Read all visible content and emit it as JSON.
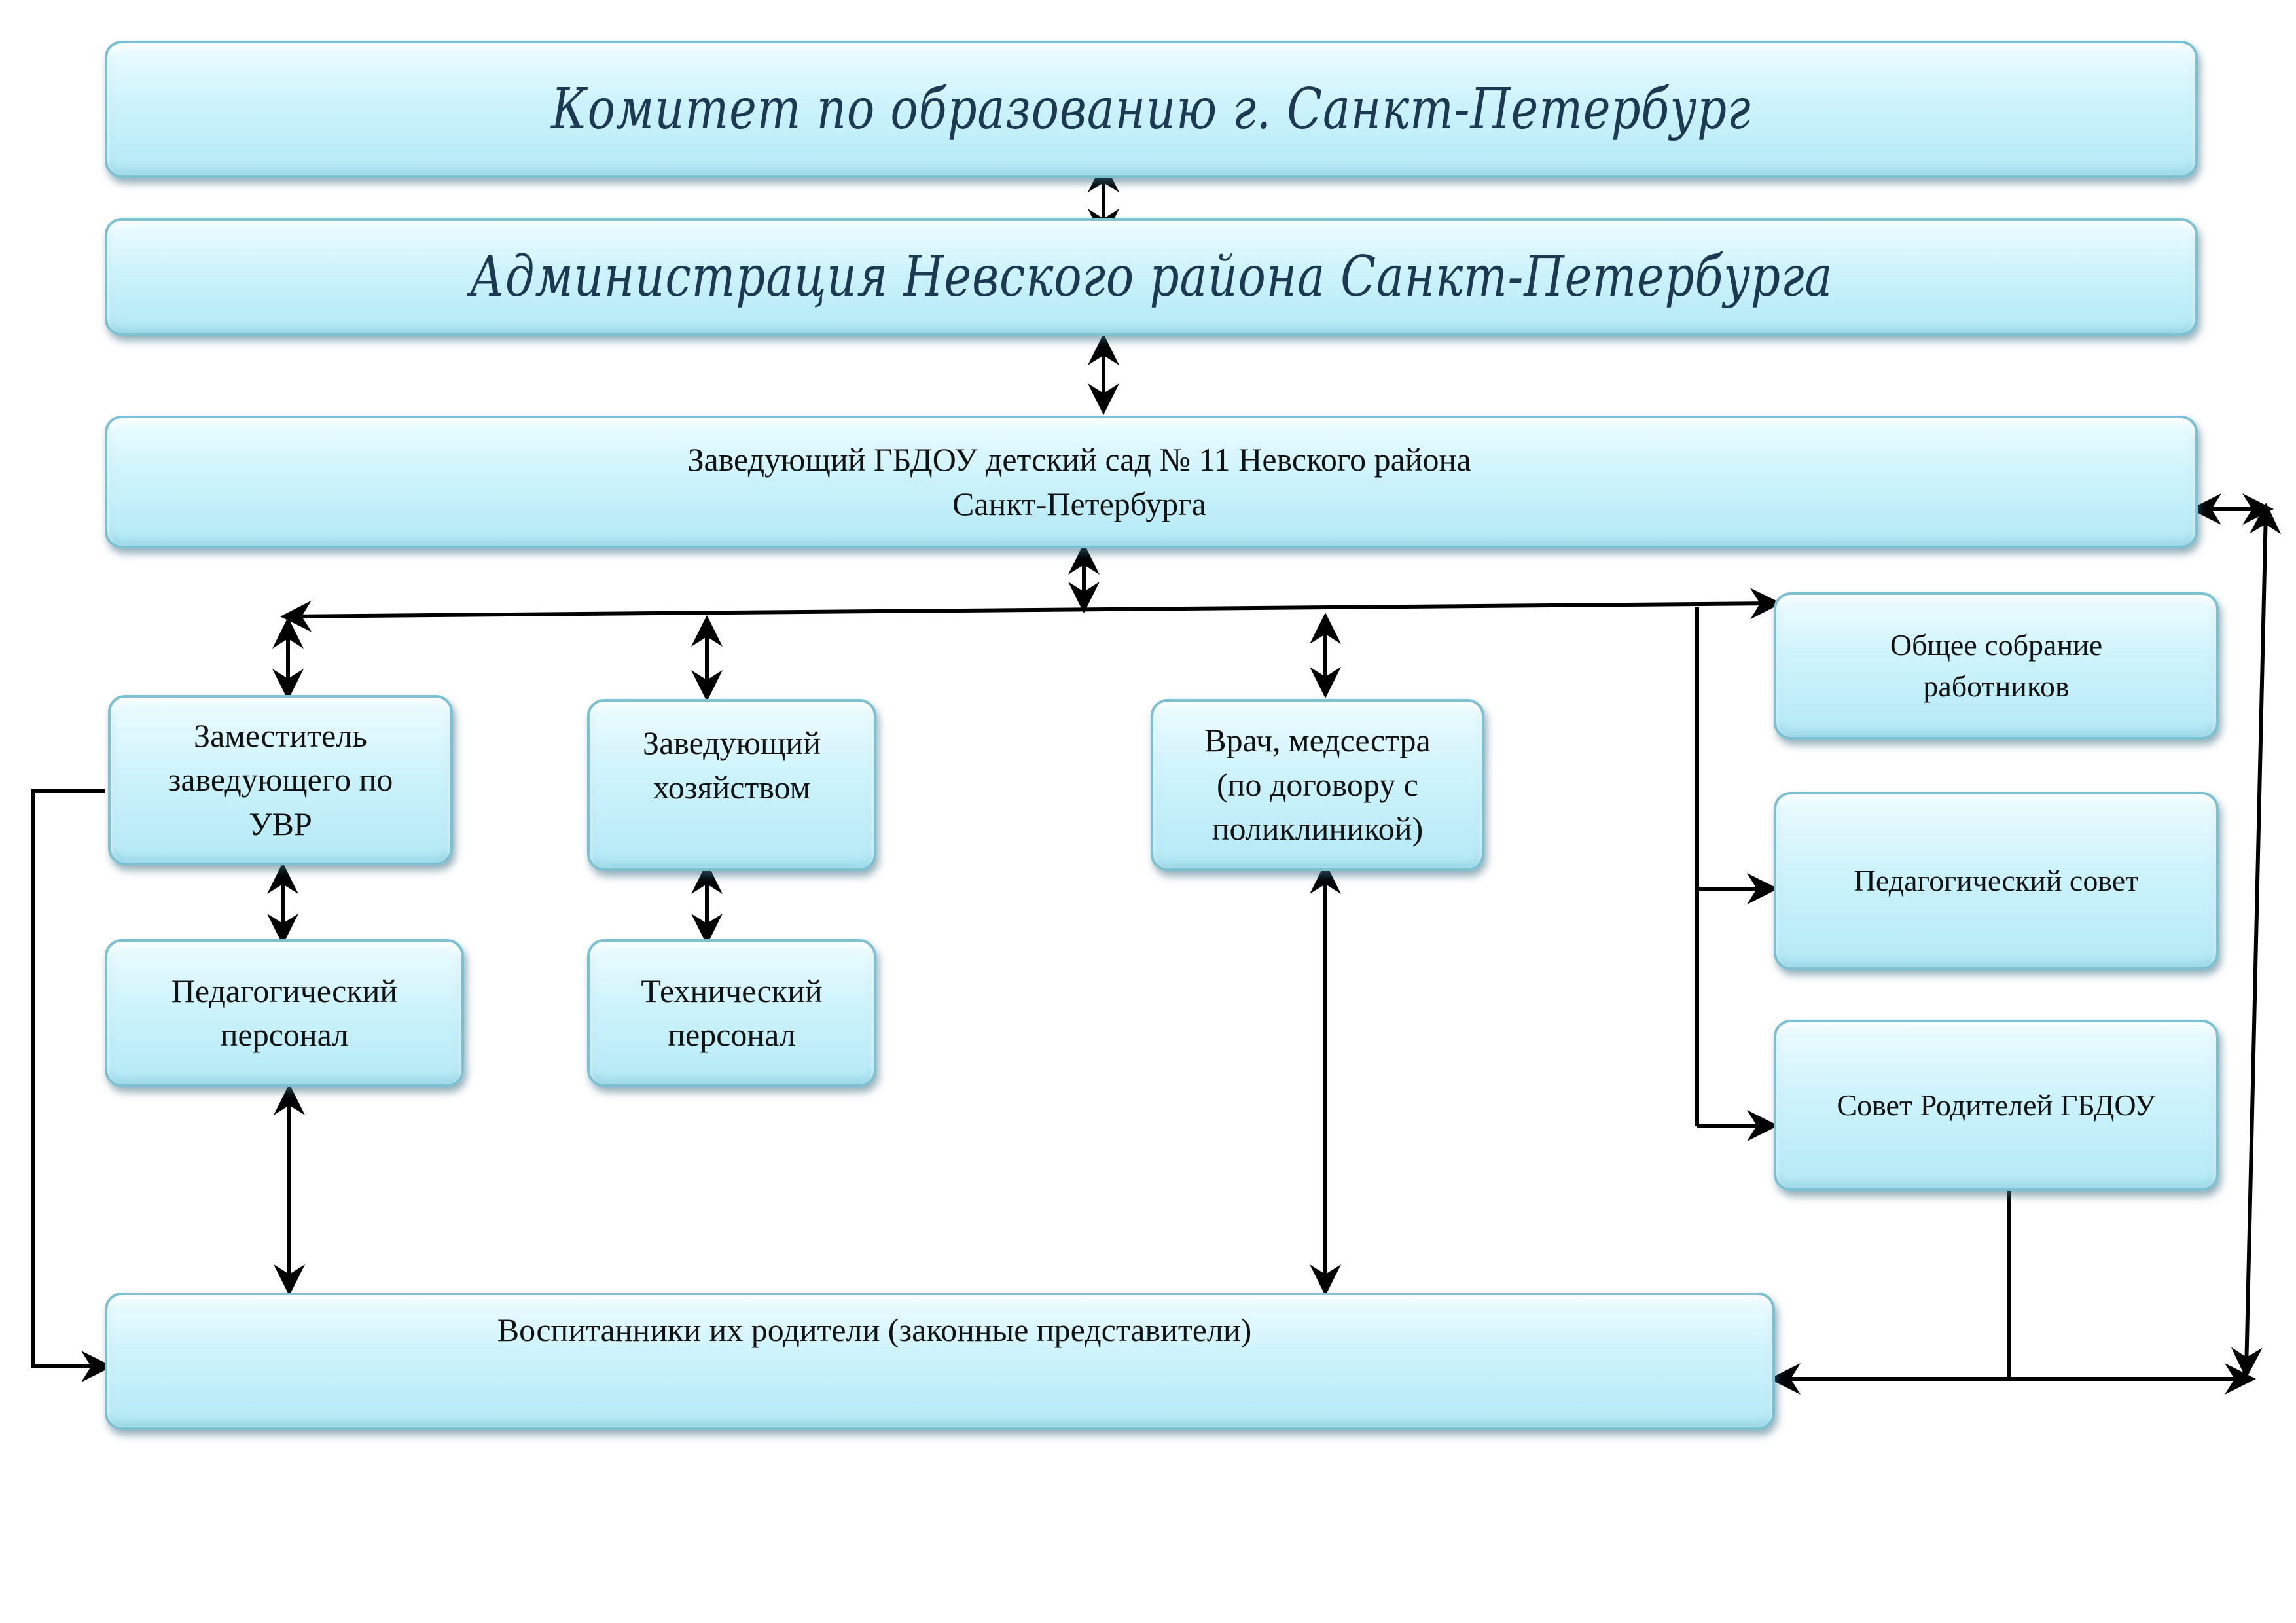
{
  "nodes": {
    "committee": "Комитет по образованию г. Санкт-Петербург",
    "administration": "Администрация Невского района Санкт-Петербурга",
    "head": "Заведующий ГБДОУ  детский сад  № 11 Невского района\nСанкт-Петербурга",
    "deputy": "Заместитель\nзаведующего по\nУВР",
    "housekeeping": "Заведующий\nхозяйством",
    "doctor": "Врач, медсестра\n(по договору с\nполиклиникой)",
    "teaching_staff": "Педагогический\nперсонал",
    "technical_staff": "Технический\nперсонал",
    "general_meeting": "Общее собрание\nработников",
    "pedagogical_council": "Педагогический совет",
    "parents_council": "Совет Родителей ГБДОУ",
    "pupils": "Воспитанники их родители (законные представители)"
  }
}
